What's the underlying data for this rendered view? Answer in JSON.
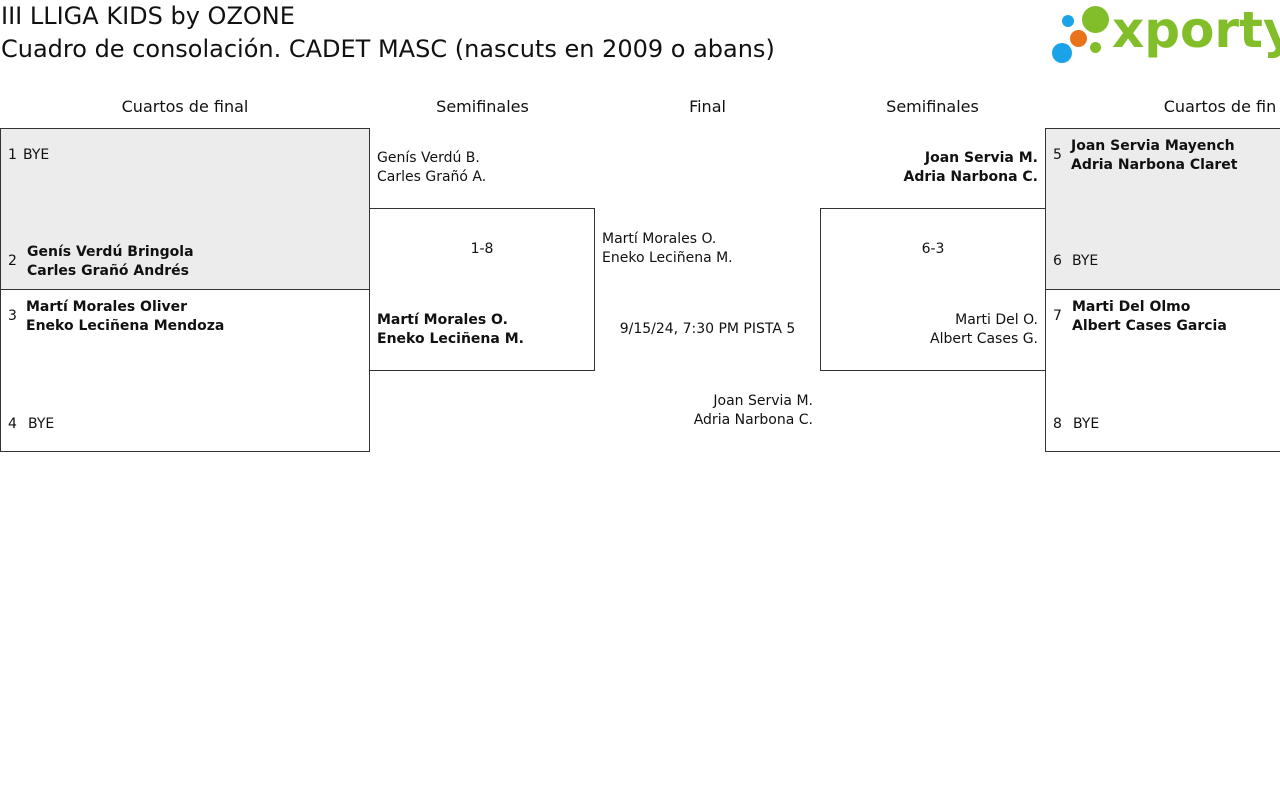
{
  "header": {
    "line1": "III LLIGA KIDS by OZONE",
    "line2": "Cuadro de consolación. CADET MASC (nascuts en 2009 o abans)"
  },
  "logo": {
    "text": "xporty",
    "colors": [
      "#82be2a",
      "#1aa3e8",
      "#e8731a"
    ]
  },
  "columns": {
    "left_qf": "Cuartos de final",
    "left_sf": "Semifinales",
    "final": "Final",
    "right_sf": "Semifinales",
    "right_qf": "Cuartos de fin"
  },
  "left_qf": {
    "slot1": {
      "seed": "1",
      "p1": "BYE"
    },
    "slot2": {
      "seed": "2",
      "p1": "Genís Verdú Bringola",
      "p2": "Carles Grañó Andrés"
    },
    "slot3": {
      "seed": "3",
      "p1": "Martí Morales Oliver",
      "p2": "Eneko Leciñena Mendoza"
    },
    "slot4": {
      "seed": "4",
      "p1": "BYE"
    }
  },
  "left_sf": {
    "top": {
      "p1": "Genís Verdú B.",
      "p2": "Carles Grañó A."
    },
    "score": "1-8",
    "bottom": {
      "p1": "Martí Morales O.",
      "p2": "Eneko Leciñena M."
    }
  },
  "final": {
    "top": {
      "p1": "Martí Morales O.",
      "p2": "Eneko Leciñena M."
    },
    "schedule": "9/15/24, 7:30 PM PISTA 5",
    "bottom": {
      "p1": "Joan Servia M.",
      "p2": "Adria Narbona C."
    }
  },
  "right_sf": {
    "top": {
      "p1": "Joan Servia M.",
      "p2": "Adria Narbona C."
    },
    "score": "6-3",
    "bottom": {
      "p1": "Marti Del O.",
      "p2": "Albert Cases G."
    }
  },
  "right_qf": {
    "slot5": {
      "seed": "5",
      "p1": "Joan Servia Mayench",
      "p2": "Adria Narbona Claret"
    },
    "slot6": {
      "seed": "6",
      "p1": "BYE"
    },
    "slot7": {
      "seed": "7",
      "p1": "Marti Del Olmo",
      "p2": "Albert Cases Garcia"
    },
    "slot8": {
      "seed": "8",
      "p1": "BYE"
    }
  }
}
